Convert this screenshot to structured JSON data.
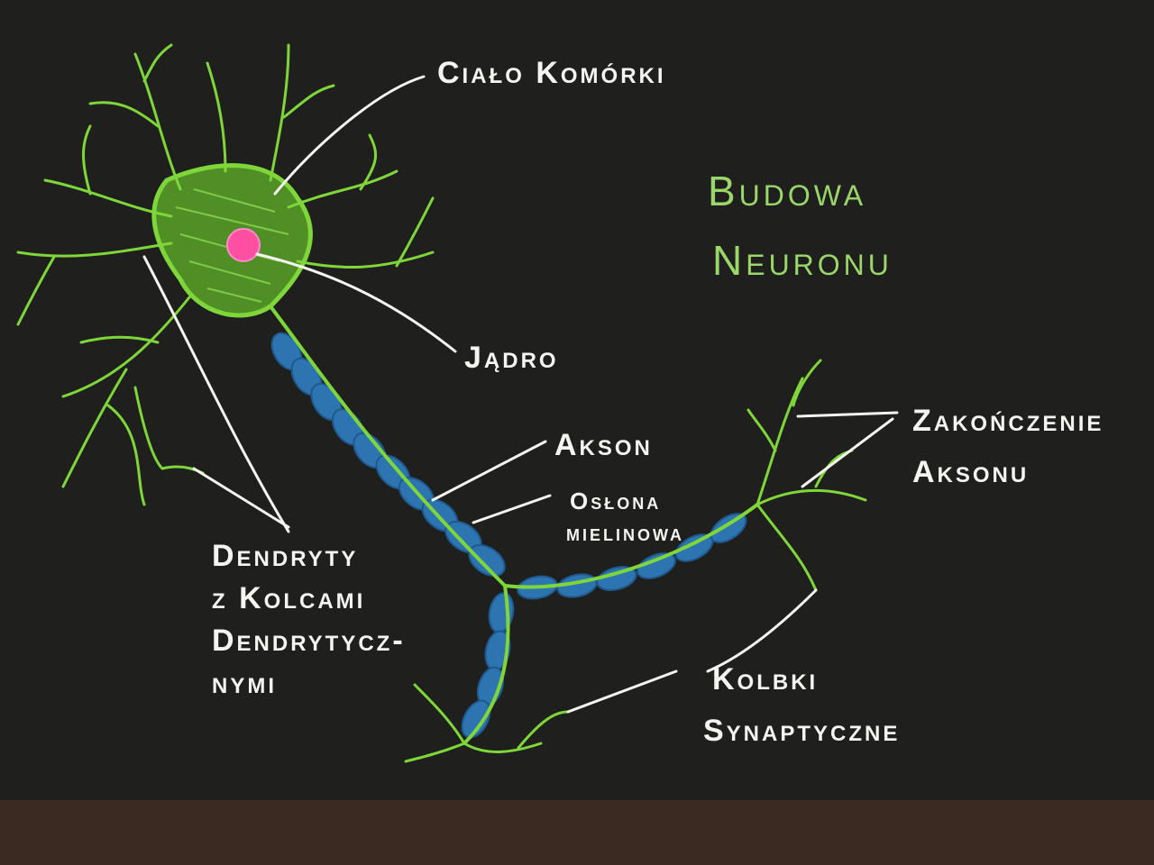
{
  "colors": {
    "board": "#1f1f1d",
    "frame": "#3a2a22",
    "dendrite": "#7fd63a",
    "myelin": "#2f7fc0",
    "nucleus": "#ff4fa3",
    "label": "#f4f4f0",
    "title": "#9bd66a"
  },
  "title": {
    "line1": "Budowa",
    "line2": "Neuronu"
  },
  "labels": {
    "cialo": "Ciało Komórki",
    "jadro": "Jądro",
    "akson": "Akson",
    "oslona_1": "Osłona",
    "oslona_2": "mielinowa",
    "zakonczenie_1": "Zakończenie",
    "zakonczenie_2": "Aksonu",
    "dendryty_1": "Dendryty",
    "dendryty_2": "z Kolcami",
    "dendryty_3": "Dendrytycz-",
    "dendryty_4": "nymi",
    "kolbki_1": "Kolbki",
    "kolbki_2": "Synaptyczne"
  }
}
